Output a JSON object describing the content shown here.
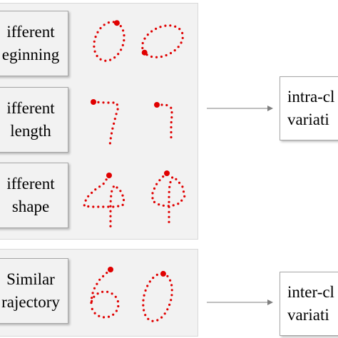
{
  "rows": [
    {
      "label_line1": "ifferent",
      "label_line2": "eginning"
    },
    {
      "label_line1": "ifferent",
      "label_line2": "length"
    },
    {
      "label_line1": "ifferent",
      "label_line2": "shape"
    },
    {
      "label_line1": "Similar",
      "label_line2": "rajectory"
    }
  ],
  "results": [
    {
      "line1": "intra-cl",
      "line2": "variati"
    },
    {
      "line1": "inter-cl",
      "line2": "variati"
    }
  ],
  "colors": {
    "dot": "#e00000",
    "panel_bg": "#f2f2f2",
    "arrow": "#7f7f7f"
  }
}
